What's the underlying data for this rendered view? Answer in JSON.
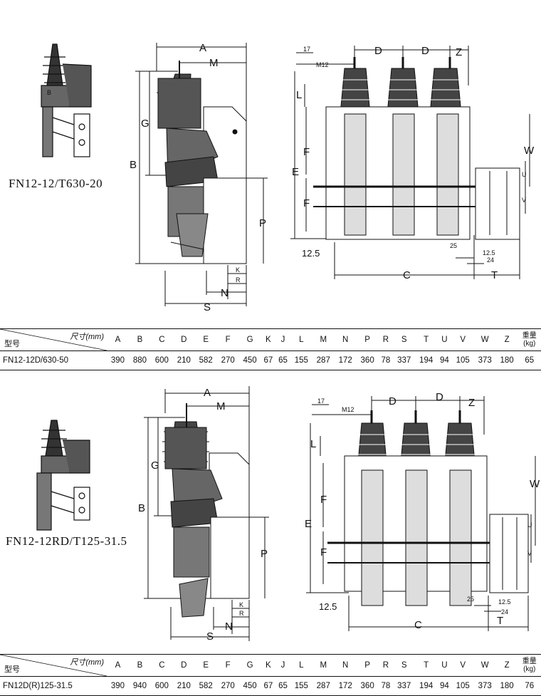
{
  "sections": [
    {
      "model_title": "FN12-12/T630-20",
      "side_labels": {
        "A": "A",
        "M": "M",
        "G": "G",
        "B": "B",
        "P": "P",
        "K": "K",
        "R": "R",
        "N": "N",
        "S": "S"
      },
      "front_labels": {
        "d17": "17",
        "m12": "M12",
        "D1": "D",
        "D2": "D",
        "Z": "Z",
        "L": "L",
        "F1": "F",
        "E": "E",
        "F2": "F",
        "W": "W",
        "U": "U",
        "V": "V",
        "d125": "12.5",
        "d25": "25",
        "d12_5b": "12.5",
        "d24": "24",
        "C": "C",
        "T": "T"
      },
      "table": {
        "corner_top": "尺寸(mm)",
        "corner_bottom": "型号",
        "columns": [
          "A",
          "B",
          "C",
          "D",
          "E",
          "F",
          "G",
          "K",
          "J",
          "L",
          "M",
          "N",
          "P",
          "R",
          "S",
          "T",
          "U",
          "V",
          "W",
          "Z"
        ],
        "weight_header": [
          "重量",
          "(kg)"
        ],
        "model": "FN12-12D/630-50",
        "values": [
          "390",
          "880",
          "600",
          "210",
          "582",
          "270",
          "450",
          "67",
          "65",
          "155",
          "287",
          "172",
          "360",
          "78",
          "337",
          "194",
          "94",
          "105",
          "373",
          "180"
        ],
        "weight": "65"
      }
    },
    {
      "model_title": "FN12-12RD/T125-31.5",
      "side_labels": {
        "A": "A",
        "M": "M",
        "G": "G",
        "B": "B",
        "P": "P",
        "K": "K",
        "R": "R",
        "N": "N",
        "S": "S"
      },
      "front_labels": {
        "d17": "17",
        "m12": "M12",
        "D1": "D",
        "D2": "D",
        "Z": "Z",
        "L": "L",
        "F1": "F",
        "E": "E",
        "F2": "F",
        "W": "W",
        "U": "U",
        "V": "V",
        "d125": "12.5",
        "d25": "25",
        "d12_5b": "12.5",
        "d24": "24",
        "C": "C",
        "T": "T"
      },
      "table": {
        "corner_top": "尺寸(mm)",
        "corner_bottom": "型号",
        "columns": [
          "A",
          "B",
          "C",
          "D",
          "E",
          "F",
          "G",
          "K",
          "J",
          "L",
          "M",
          "N",
          "P",
          "R",
          "S",
          "T",
          "U",
          "V",
          "W",
          "Z"
        ],
        "weight_header": [
          "重量",
          "(kg)"
        ],
        "model": "FN12D(R)125-31.5",
        "values": [
          "390",
          "940",
          "600",
          "210",
          "582",
          "270",
          "450",
          "67",
          "65",
          "155",
          "287",
          "172",
          "360",
          "78",
          "337",
          "194",
          "94",
          "105",
          "373",
          "180"
        ],
        "weight": "76"
      }
    }
  ]
}
